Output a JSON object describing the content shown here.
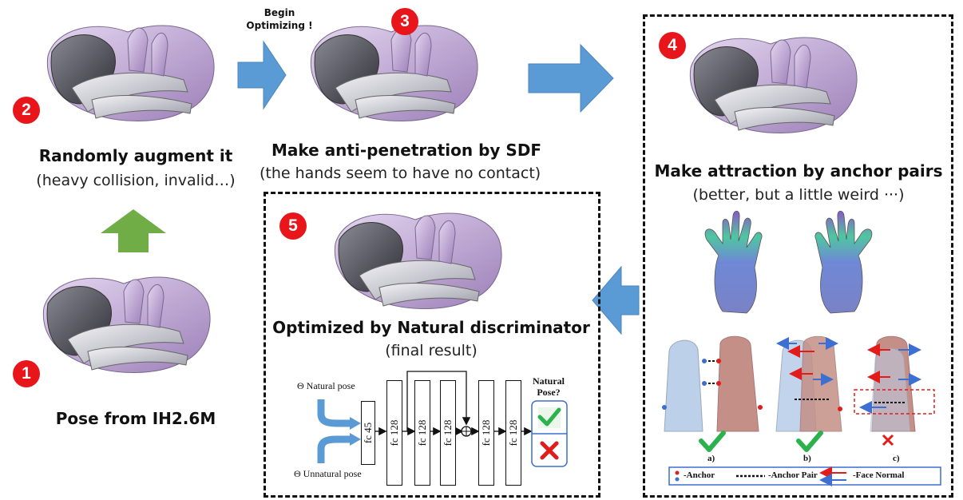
{
  "steps": [
    {
      "badge": "1",
      "title": "Pose from IH2.6M"
    },
    {
      "badge": "2",
      "title": "Randomly augment it",
      "subtitle": "(heavy collision, invalid…)"
    },
    {
      "badge": "3",
      "title": "Make anti-penetration by SDF",
      "subtitle": "(the hands seem to have no contact)"
    },
    {
      "badge": "4",
      "title": "Make attraction by anchor pairs",
      "subtitle": "(better, but a little weird ···)"
    },
    {
      "badge": "5",
      "title": "Optimized by Natural discriminator",
      "subtitle": "(final result)"
    }
  ],
  "begin_label_1": "Begin",
  "begin_label_2": "Optimizing !",
  "discriminator": {
    "natural_input": "Θ Natural pose",
    "unnatural_input": "Θ Unnatural pose",
    "layers": [
      "fc 45",
      "fc 128",
      "fc 128",
      "fc 128",
      "fc 128",
      "fc 128"
    ],
    "output_title_1": "Natural",
    "output_title_2": "Pose?",
    "plus_symbol": "⊕"
  },
  "anchor_figure": {
    "case_labels": [
      "a)",
      "b)",
      "c)"
    ],
    "legend_anchor": "-Anchor",
    "legend_pair": "-Anchor Pair",
    "legend_normal": "-Face Normal"
  },
  "colors": {
    "badge": "#e8151b",
    "arrow_blue": "#5b9bd5",
    "arrow_green": "#70ad47",
    "hand_light": "#e6e6ee",
    "hand_purple": "#c9b3dc"
  }
}
